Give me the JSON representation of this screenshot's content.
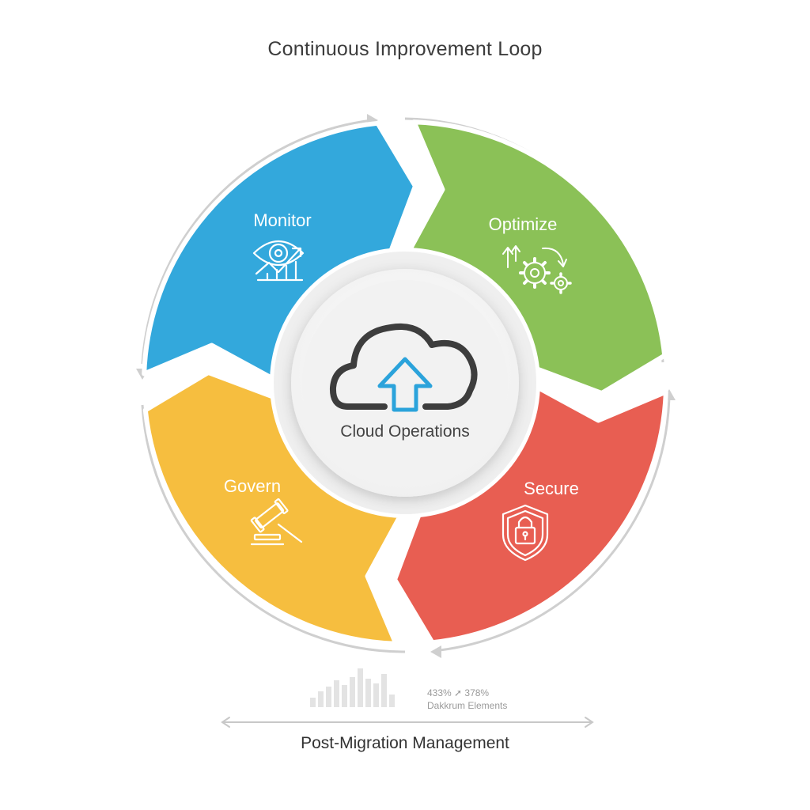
{
  "title": "Continuous Improvement Loop",
  "center": {
    "label": "Cloud Operations",
    "icon": "cloud-upload-icon"
  },
  "segments": [
    {
      "id": "monitor",
      "label": "Monitor",
      "color": "#33A8DC",
      "icon": "eye-chart-icon"
    },
    {
      "id": "optimize",
      "label": "Optimize",
      "color": "#8BC157",
      "icon": "gears-icon"
    },
    {
      "id": "secure",
      "label": "Secure",
      "color": "#E85E52",
      "icon": "shield-lock-icon"
    },
    {
      "id": "govern",
      "label": "Govern",
      "color": "#F6BE3F",
      "icon": "gavel-icon"
    }
  ],
  "stats": {
    "values": "433% ➚ 378%",
    "caption": "Dakkrum Elements"
  },
  "footer": "Post-Migration Management"
}
